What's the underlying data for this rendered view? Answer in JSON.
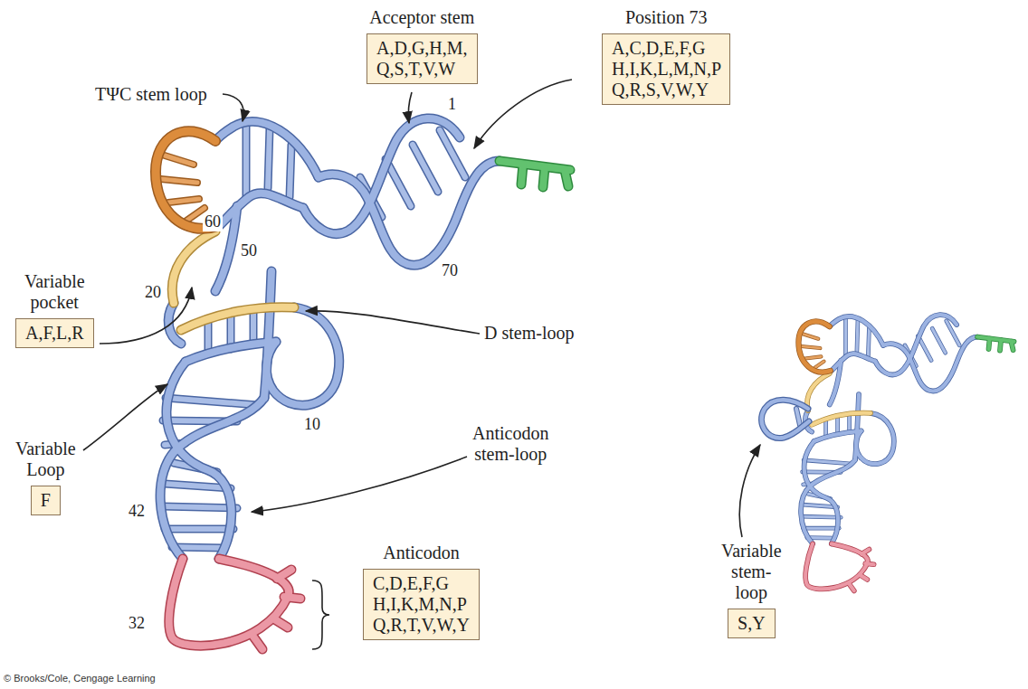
{
  "diagram": {
    "nodes": [
      {
        "text": [
          "Acceptor stem",
          "A,D,G,H,M, Q,S,T,V,W"
        ]
      },
      {
        "text": [
          "Position 73",
          "A,C,D,E,F,G H,I,K,L,M,N,P Q,R,S,V,W,Y"
        ]
      },
      {
        "text": [
          "Variable pocket",
          "A,F,L,R"
        ]
      },
      {
        "text": [
          "Variable Loop",
          "F"
        ]
      },
      {
        "text": [
          "Anticodon",
          "C,D,E,F,G H,I,K,M,N,P Q,R,T,V,W,Y"
        ]
      },
      {
        "text": [
          "Variable stem-loop",
          "S,Y"
        ]
      }
    ],
    "labels": [
      "TΨC stem loop",
      "1",
      "60",
      "50",
      "20",
      "70",
      "D stem-loop",
      "10",
      "Anticodon stem-loop",
      "42",
      "32",
      "© Brooks/Cole, Cengage Learning"
    ]
  }
}
